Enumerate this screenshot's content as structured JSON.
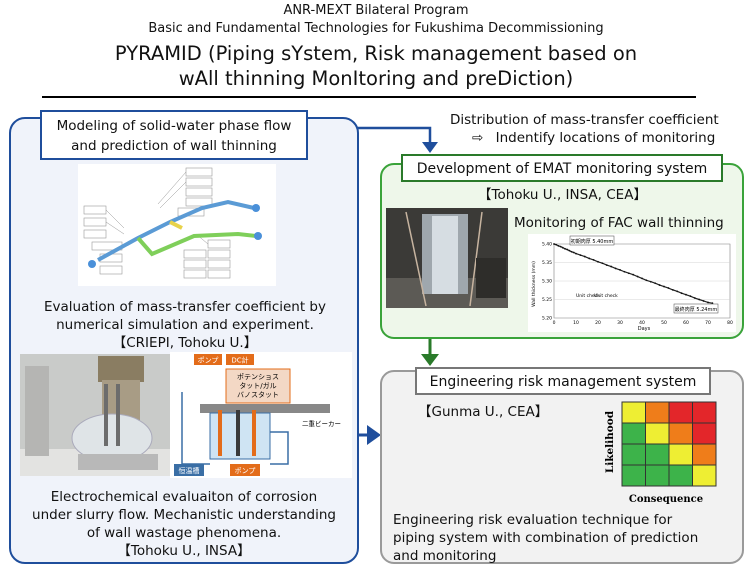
{
  "header": {
    "line1": "ANR-MEXT Bilateral Program",
    "line2": "Basic and Fundamental Technologies for Fukushima Decommissioning",
    "title_line1": "PYRAMID (Piping sYstem, Risk management based on",
    "title_line2": "wAll thinning MonItoring and preDiction)"
  },
  "left_panel": {
    "title_line1": "Modeling of solid-water phase flow",
    "title_line2": "and prediction of wall thinning",
    "sim_caption_line1": "Evaluation of mass-transfer coefficient by",
    "sim_caption_line2": "numerical simulation and experiment.",
    "sim_credit": "【CRIEPI, Tohoku U.】",
    "echem_caption_line1": "Electrochemical evaluaiton of corrosion",
    "echem_caption_line2": "under slurry flow. Mechanistic understanding",
    "echem_caption_line3": "of wall wastage phenomena.",
    "echem_credit": "【Tohoku U., INSA】",
    "apparatus_labels": {
      "pump_top": "ポンプ",
      "dc": "DC計",
      "potentiostat_1": "ポテンショス",
      "potentiostat_2": "タット/ガル",
      "potentiostat_3": "バノスタット",
      "beaker": "二重ビーカー",
      "bath": "恒温槽",
      "pump_bottom": "ポンプ"
    }
  },
  "flow_note": {
    "line1": "Distribution of mass-transfer coefficient",
    "arrow": "⇨",
    "line2": "Indentify locations of monitoring"
  },
  "emat_panel": {
    "title": "Development of EMAT monitoring system",
    "credit": "【Tohoku U., INSA, CEA】",
    "subtitle": "Monitoring of FAC wall thinning",
    "chart_labels": {
      "start_label": "初期肉厚 5.40mm",
      "end_label": "最終肉厚 5.24mm",
      "check1": "Unit check",
      "check2": "Unit check",
      "xlabel": "Days",
      "ylabel": "Wall thickness (mm)"
    }
  },
  "risk_panel": {
    "title": "Engineering risk management system",
    "credit": "【Gunma U., CEA】",
    "matrix_ylabel": "Likelihood",
    "matrix_xlabel": "Consequence",
    "caption_line1": "Engineering risk evaluation technique for",
    "caption_line2": "piping system with combination of prediction",
    "caption_line3": "and monitoring"
  },
  "chart_data": {
    "type": "line",
    "title": "",
    "xlabel": "Days",
    "ylabel": "Wall thickness (mm)",
    "xlim": [
      0,
      80
    ],
    "ylim": [
      5.2,
      5.4
    ],
    "x_ticks": [
      0,
      10,
      20,
      30,
      40,
      50,
      60,
      70,
      80
    ],
    "y_ticks": [
      5.2,
      5.25,
      5.3,
      5.35,
      5.4
    ],
    "series": [
      {
        "x": [
          0,
          1,
          2,
          3,
          4,
          5,
          6,
          7,
          8,
          9,
          10,
          12,
          14,
          16,
          18,
          20,
          22,
          24,
          26,
          28,
          30,
          32,
          34,
          36,
          38,
          40,
          42,
          44,
          46,
          48,
          50,
          52,
          54,
          56,
          58,
          60,
          62,
          64,
          66,
          68,
          70,
          72
        ],
        "y": [
          5.4,
          5.398,
          5.395,
          5.393,
          5.39,
          5.387,
          5.385,
          5.382,
          5.379,
          5.377,
          5.374,
          5.37,
          5.366,
          5.361,
          5.357,
          5.352,
          5.348,
          5.343,
          5.339,
          5.334,
          5.33,
          5.325,
          5.321,
          5.317,
          5.312,
          5.307,
          5.302,
          5.298,
          5.294,
          5.289,
          5.285,
          5.281,
          5.276,
          5.272,
          5.267,
          5.263,
          5.259,
          5.254,
          5.25,
          5.246,
          5.242,
          5.24
        ]
      }
    ],
    "risk_matrix": {
      "rows": [
        [
          "#eeee33",
          "#ef7d1a",
          "#e3262a",
          "#e3262a"
        ],
        [
          "#3db34a",
          "#eeee33",
          "#ef7d1a",
          "#e3262a"
        ],
        [
          "#3db34a",
          "#3db34a",
          "#eeee33",
          "#ef7d1a"
        ],
        [
          "#3db34a",
          "#3db34a",
          "#3db34a",
          "#eeee33"
        ]
      ]
    }
  },
  "colors": {
    "blue": "#1f4e9c",
    "green": "#3aa33a",
    "dark_green": "#2a7a2a",
    "gray": "#9a9a9a"
  }
}
